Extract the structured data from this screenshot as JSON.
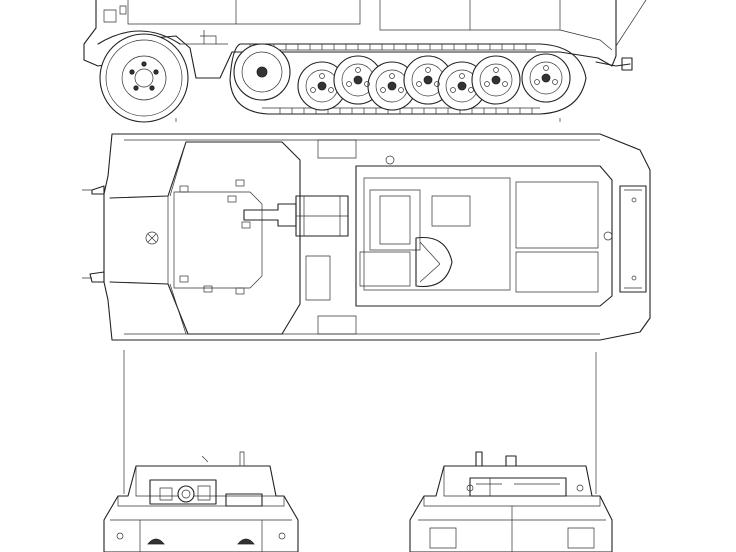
{
  "drawing": {
    "views": [
      {
        "id": "side",
        "name": "side-view"
      },
      {
        "id": "top",
        "name": "top-view"
      },
      {
        "id": "front",
        "name": "front-view"
      },
      {
        "id": "rear",
        "name": "rear-view"
      }
    ],
    "line_color": "#222222",
    "background": "#ffffff"
  }
}
